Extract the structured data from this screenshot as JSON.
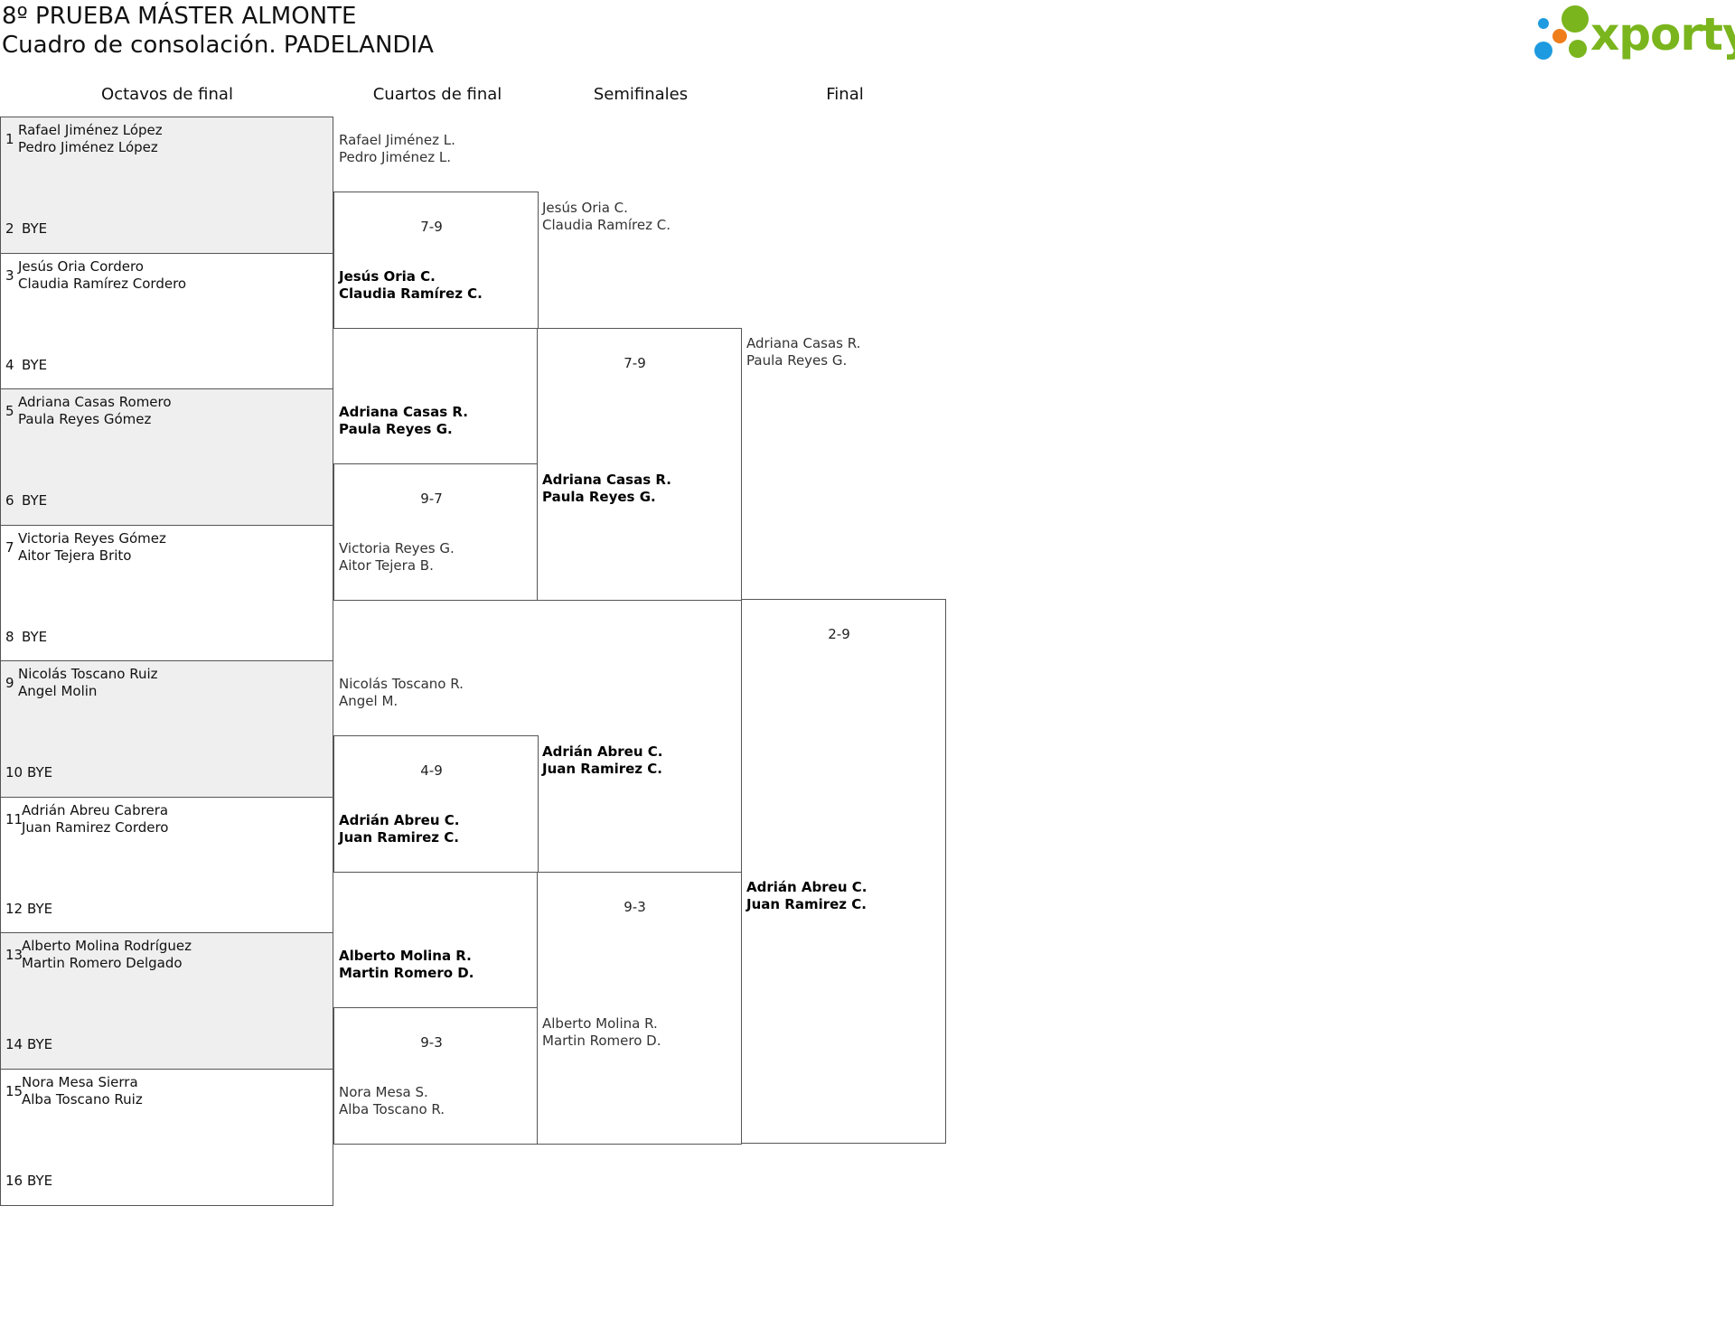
{
  "header": {
    "title": "8º PRUEBA MÁSTER ALMONTE",
    "subtitle": "Cuadro de consolación. PADELANDIA",
    "logo_text": "xporty"
  },
  "rounds": [
    "Octavos de final",
    "Cuartos de final",
    "Semifinales",
    "Final"
  ],
  "octavos": [
    {
      "seed_a": "1",
      "team": [
        "Rafael Jiménez López",
        "Pedro Jiménez López"
      ],
      "seed_b": "2",
      "bye": "BYE"
    },
    {
      "seed_a": "3",
      "team": [
        "Jesús Oria Cordero",
        "Claudia Ramírez Cordero"
      ],
      "seed_b": "4",
      "bye": "BYE"
    },
    {
      "seed_a": "5",
      "team": [
        "Adriana Casas Romero",
        "Paula Reyes Gómez"
      ],
      "seed_b": "6",
      "bye": "BYE"
    },
    {
      "seed_a": "7",
      "team": [
        "Victoria Reyes Gómez",
        "Aitor Tejera Brito"
      ],
      "seed_b": "8",
      "bye": "BYE"
    },
    {
      "seed_a": "9",
      "team": [
        "Nicolás Toscano Ruiz",
        "Angel Molin"
      ],
      "seed_b": "10",
      "bye": "BYE"
    },
    {
      "seed_a": "11",
      "team": [
        "Adrián Abreu Cabrera",
        "Juan Ramirez Cordero"
      ],
      "seed_b": "12",
      "bye": "BYE"
    },
    {
      "seed_a": "13",
      "team": [
        "Alberto Molina Rodríguez",
        "Martin Romero Delgado"
      ],
      "seed_b": "14",
      "bye": "BYE"
    },
    {
      "seed_a": "15",
      "team": [
        "Nora Mesa Sierra",
        "Alba Toscano Ruiz"
      ],
      "seed_b": "16",
      "bye": "BYE"
    }
  ],
  "cuartos": [
    {
      "top": [
        "Rafael Jiménez L.",
        "Pedro Jiménez L."
      ],
      "top_win": false,
      "score": "7-9",
      "bottom": [
        "Jesús Oria C.",
        "Claudia Ramírez C."
      ],
      "bottom_win": true
    },
    {
      "top": [
        "Adriana Casas R.",
        "Paula Reyes G."
      ],
      "top_win": true,
      "score": "9-7",
      "bottom": [
        "Victoria Reyes G.",
        "Aitor Tejera B."
      ],
      "bottom_win": false
    },
    {
      "top": [
        "Nicolás Toscano R.",
        "Angel M."
      ],
      "top_win": false,
      "score": "4-9",
      "bottom": [
        "Adrián Abreu C.",
        "Juan Ramirez C."
      ],
      "bottom_win": true
    },
    {
      "top": [
        "Alberto Molina R.",
        "Martin Romero D."
      ],
      "top_win": true,
      "score": "9-3",
      "bottom": [
        "Nora Mesa S.",
        "Alba Toscano R."
      ],
      "bottom_win": false
    }
  ],
  "semis": [
    {
      "top": [
        "Jesús Oria C.",
        "Claudia Ramírez C."
      ],
      "top_win": false,
      "score": "7-9",
      "bottom": [
        "Adriana Casas R.",
        "Paula Reyes G."
      ],
      "bottom_win": true
    },
    {
      "top": [
        "Adrián Abreu C.",
        "Juan Ramirez C."
      ],
      "top_win": true,
      "score": "9-3",
      "bottom": [
        "Alberto Molina R.",
        "Martin Romero D."
      ],
      "bottom_win": false
    }
  ],
  "final": [
    {
      "top": [
        "Adriana Casas R.",
        "Paula Reyes G."
      ],
      "top_win": false,
      "score": "2-9",
      "bottom": [
        "Adrián Abreu C.",
        "Juan Ramirez C."
      ],
      "bottom_win": true
    }
  ],
  "colors": {
    "logo_green": "#7ab51d",
    "dot_blue": "#1e9be0",
    "dot_orange": "#ef7d1a",
    "dot_green": "#7ab51d",
    "shaded": "#efefef"
  }
}
